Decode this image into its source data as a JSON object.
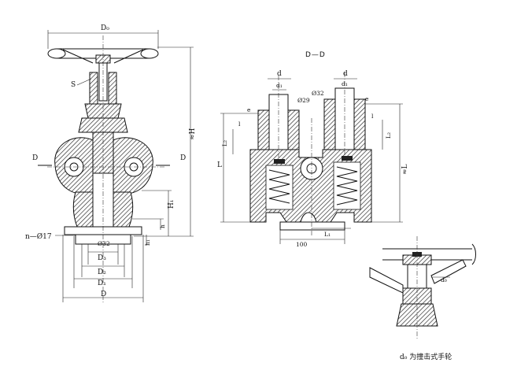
{
  "section_title": "D—D",
  "caption": "d₀ 为撞击式手轮",
  "dims": {
    "D0": "D₀",
    "S": "S",
    "D_left": "D",
    "D_right": "D",
    "H_approx": "≈H",
    "H1": "H₁",
    "h": "h",
    "h1": "h₁",
    "holes": "n—Ø17",
    "phi32_left": "Ø32",
    "D3": "D₃",
    "D2": "D₂",
    "D1": "D₁",
    "D_bottom": "D",
    "d_left": "d",
    "d1_left": "d₁",
    "d_right": "d",
    "d1_right": "d₁",
    "phi29": "Ø29",
    "phi32_right": "Ø32",
    "e_left": "e",
    "e_right": "e",
    "l_left": "l",
    "l_right": "l",
    "L2_left": "L₂",
    "L2_right": "L₂",
    "L": "L",
    "L_approx": "≈L",
    "dim_100": "100",
    "L1": "L₁",
    "d0": "d₀"
  }
}
